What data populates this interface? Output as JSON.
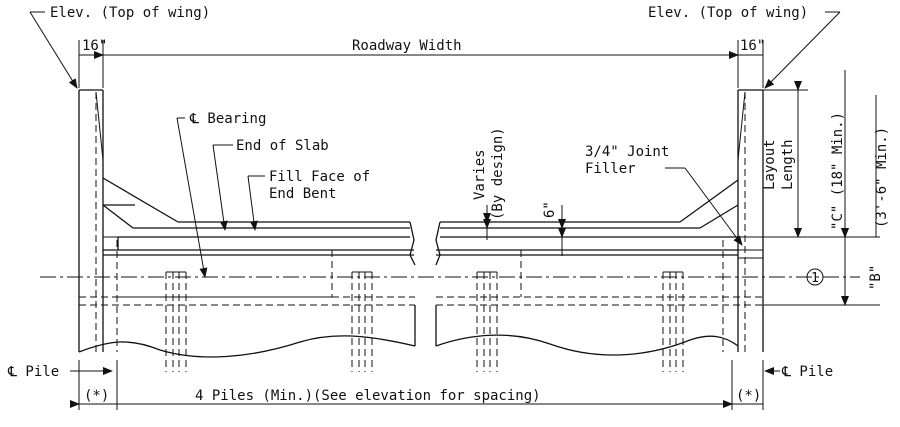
{
  "labels": {
    "elev_left": "Elev. (Top of wing)",
    "elev_right": "Elev. (Top of wing)",
    "dim_16_left": "16\"",
    "dim_16_right": "16\"",
    "roadway_width": "Roadway Width",
    "cl_bearing": "℄ Bearing",
    "end_of_slab": "End of Slab",
    "fill_face_1": "Fill Face of",
    "fill_face_2": "End Bent",
    "varies": "Varies",
    "by_design": "(By design)",
    "six_in": "6\"",
    "joint_filler_1": "3/4\" Joint",
    "joint_filler_2": "Filler",
    "layout_length_1": "Layout",
    "layout_length_2": "Length",
    "dim_c": "\"C\" (18\" Min.)",
    "dim_3_6": "(3'-6\" Min.)",
    "dim_b": "\"B\"",
    "note_1": "1",
    "cl_pile_left": "℄ Pile",
    "cl_pile_right": "℄ Pile",
    "star_left": "(*)",
    "star_right": "(*)",
    "piles_note": "4 Piles (Min.)(See elevation for spacing)"
  }
}
